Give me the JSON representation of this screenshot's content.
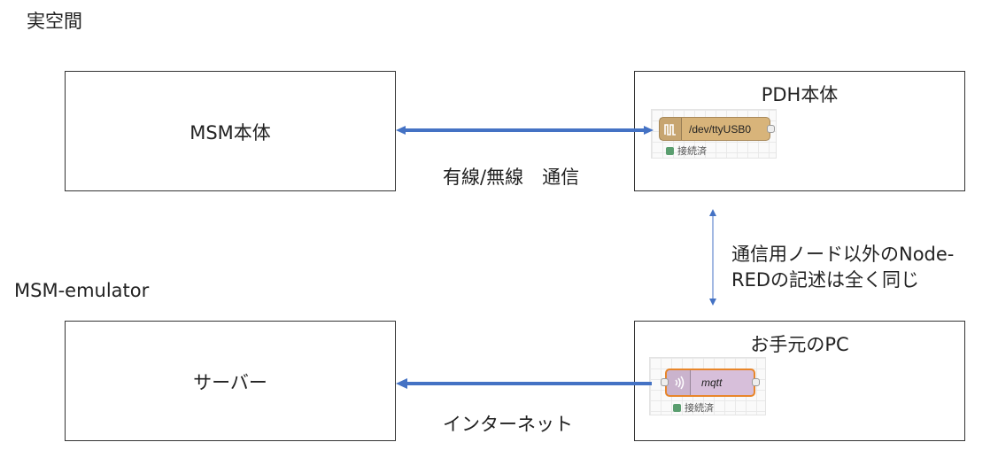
{
  "labels": {
    "real_space": "実空間",
    "msm_emulator": "MSM-emulator",
    "wired_wireless": "有線/無線　通信",
    "internet": "インターネット",
    "note_line1": "通信用ノード以外のNode-",
    "note_line2": "REDの記述は全く同じ"
  },
  "boxes": {
    "msm_body": "MSM本体",
    "pdh_body": "PDH本体",
    "server": "サーバー",
    "local_pc": "お手元のPC"
  },
  "nodes": {
    "serial": {
      "label": "/dev/ttyUSB0",
      "status": "接続済",
      "color": "#d8b47a"
    },
    "mqtt": {
      "label": "mqtt",
      "status": "接続済",
      "color": "#d7bfda",
      "border": "#e8862a"
    }
  },
  "colors": {
    "arrow": "#4472c4"
  }
}
